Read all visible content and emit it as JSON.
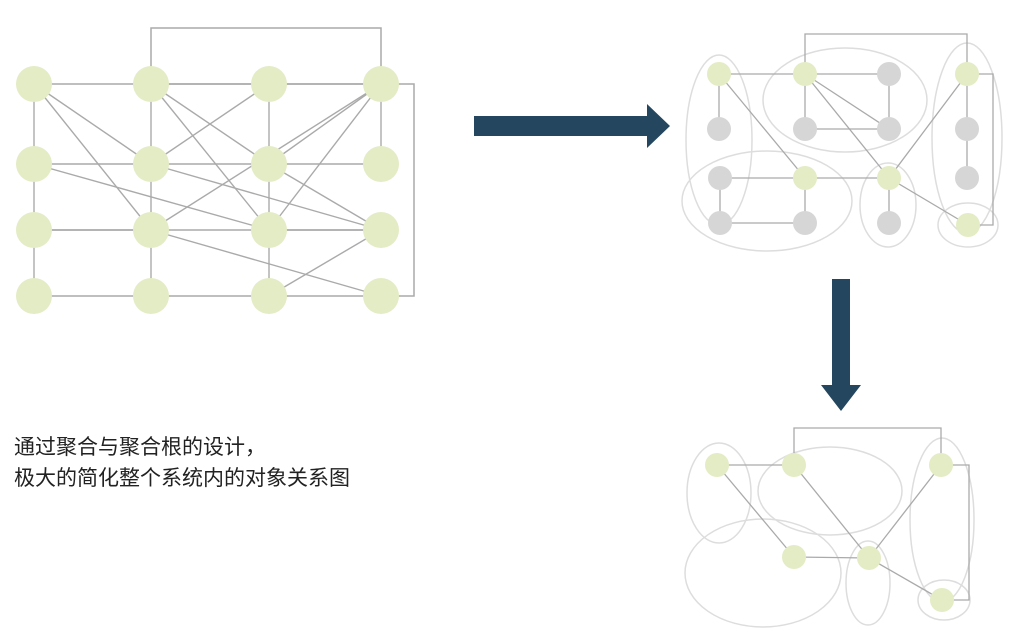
{
  "caption": {
    "line1": "通过聚合与聚合根的设计，",
    "line2": "极大的简化整个系统内的对象关系图"
  },
  "colors": {
    "node_active": "#e3ecc4",
    "node_inactive": "#d6d6d6",
    "edge": "#aaaaaa",
    "group_outline": "#dddddd",
    "arrow": "#24475f"
  },
  "icons": {
    "arrow_right": "arrow-right-icon",
    "arrow_down": "arrow-down-icon"
  },
  "diagrams": {
    "original": {
      "grid": "4x4",
      "all_nodes_active": true
    },
    "aggregated": {
      "groups": 6,
      "root_nodes": 6,
      "member_nodes": 10
    },
    "simplified": {
      "groups": 6,
      "root_nodes": 6
    }
  }
}
